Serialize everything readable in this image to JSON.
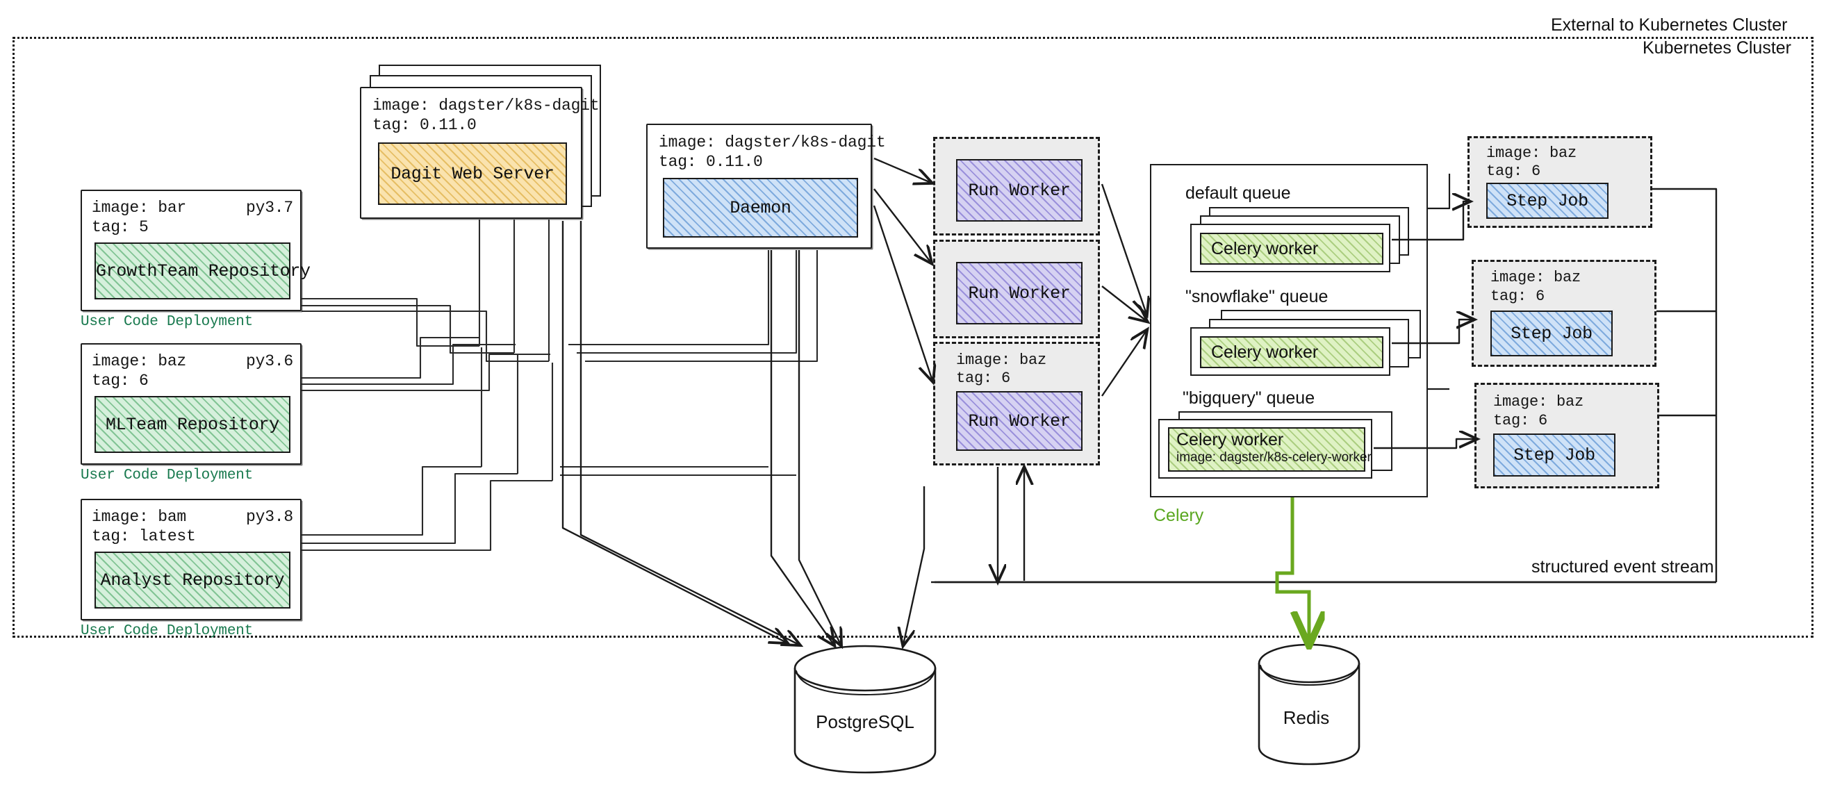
{
  "boundaries": {
    "external_label": "External to Kubernetes Cluster",
    "k8s_label": "Kubernetes Cluster",
    "event_stream_label": "structured event stream"
  },
  "user_code_deployments": [
    {
      "image": "image: bar",
      "python": "py3.7",
      "tag": "tag: 5",
      "repository": "GrowthTeam Repository",
      "caption": "User Code Deployment"
    },
    {
      "image": "image: baz",
      "python": "py3.6",
      "tag": "tag: 6",
      "repository": "MLTeam Repository",
      "caption": "User Code Deployment"
    },
    {
      "image": "image: bam",
      "python": "py3.8",
      "tag": "tag: latest",
      "repository": "Analyst Repository",
      "caption": "User Code Deployment"
    }
  ],
  "dagit": {
    "image": "image: dagster/k8s-dagit",
    "tag": "tag: 0.11.0",
    "label": "Dagit Web Server"
  },
  "daemon": {
    "image": "image: dagster/k8s-dagit",
    "tag": "tag: 0.11.0",
    "label": "Daemon"
  },
  "run_workers": [
    {
      "label": "Run Worker",
      "image": "",
      "tag": ""
    },
    {
      "label": "Run Worker",
      "image": "",
      "tag": ""
    },
    {
      "label": "Run Worker",
      "image": "image: baz",
      "tag": "tag: 6"
    }
  ],
  "celery": {
    "section_label": "Celery",
    "queues": [
      {
        "name": "default queue",
        "worker": "Celery worker",
        "worker_image": "",
        "stack": 3
      },
      {
        "name": "\"snowflake\" queue",
        "worker": "Celery worker",
        "worker_image": "",
        "stack": 3
      },
      {
        "name": "\"bigquery\" queue",
        "worker": "Celery worker",
        "worker_image": "image: dagster/k8s-celery-worker",
        "stack": 2
      }
    ]
  },
  "step_jobs": [
    {
      "image": "image: baz",
      "tag": "tag: 6",
      "label": "Step Job"
    },
    {
      "image": "image: baz",
      "tag": "tag: 6",
      "label": "Step Job"
    },
    {
      "image": "image: baz",
      "tag": "tag: 6",
      "label": "Step Job"
    }
  ],
  "databases": [
    {
      "name": "PostgreSQL"
    },
    {
      "name": "Redis"
    }
  ],
  "colors": {
    "repo_green": "#d6f0dc",
    "celery_green": "#dff2c4",
    "dagit_orange": "#fae3ae",
    "daemon_blue": "#cfe2f7",
    "worker_purple": "#d6d2f2",
    "deployment_text": "#18794e",
    "celery_text": "#5aa720",
    "stroke": "#1d1d1d"
  }
}
